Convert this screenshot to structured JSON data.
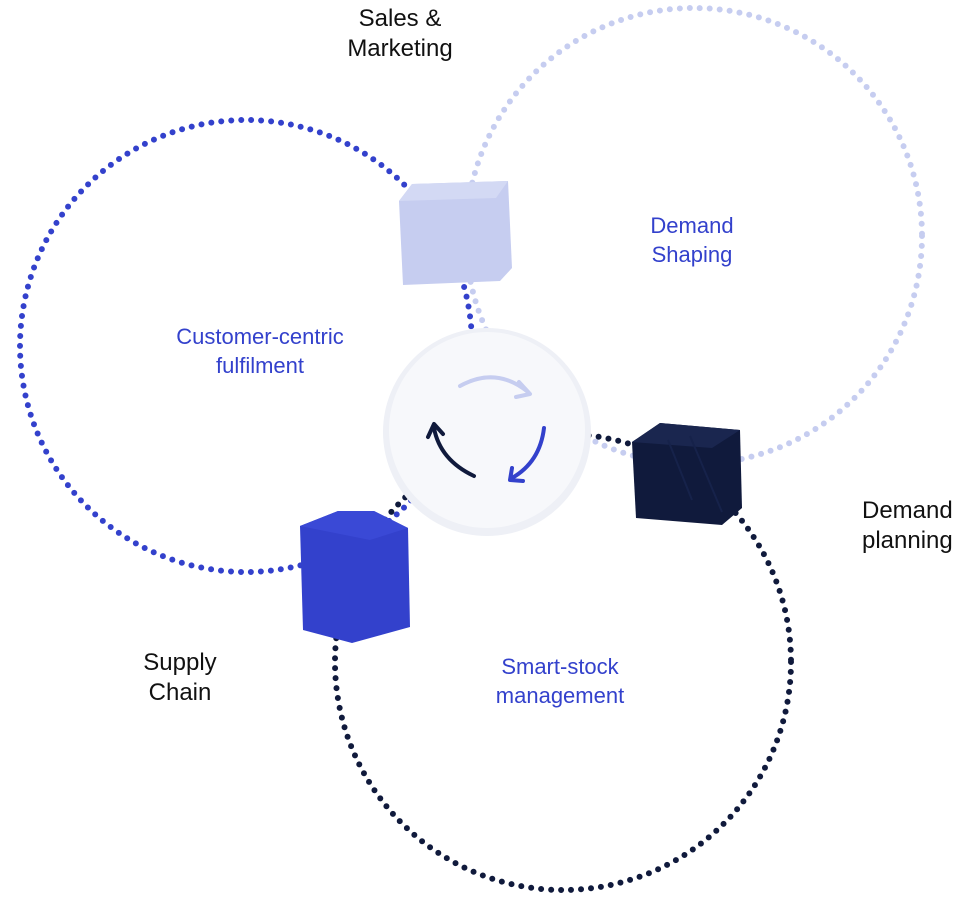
{
  "colors": {
    "accent_blue": "#3341cc",
    "light_blue": "#c6cdf0",
    "navy": "#101a3c",
    "text_dark": "#111111",
    "center_circle": "#f3f4f8"
  },
  "stakeholders": {
    "sales_marketing": {
      "line1": "Sales &",
      "line2": "Marketing"
    },
    "demand_planning": {
      "line1": "Demand",
      "line2": "planning"
    },
    "supply_chain": {
      "line1": "Supply",
      "line2": "Chain"
    }
  },
  "rings": {
    "demand_shaping": {
      "line1": "Demand",
      "line2": "Shaping"
    },
    "customer_centric": {
      "line1": "Customer-centric",
      "line2": "fulfilment"
    },
    "smart_stock": {
      "line1": "Smart-stock",
      "line2": "management"
    }
  },
  "center": {
    "icon": "cycle-arrows-icon"
  },
  "nodes": [
    {
      "name": "sales-marketing-cube",
      "color": "#c6cdf0"
    },
    {
      "name": "demand-planning-cube",
      "color": "#101a3c"
    },
    {
      "name": "supply-chain-cube",
      "color": "#3341cc"
    }
  ]
}
